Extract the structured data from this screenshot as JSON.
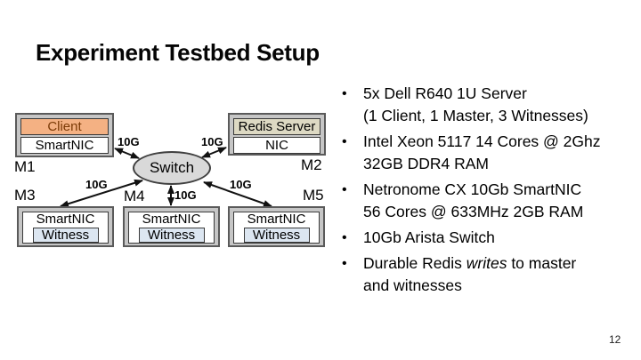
{
  "slide": {
    "title": "Experiment Testbed Setup",
    "page_number": "12",
    "bullet_char": "•"
  },
  "bullets": [
    {
      "lines": [
        "5x Dell R640 1U Server",
        "(1 Client, 1 Master, 3 Witnesses)"
      ]
    },
    {
      "lines": [
        "Intel Xeon 5117 14 Cores @ 2Ghz",
        "32GB DDR4 RAM"
      ]
    },
    {
      "lines": [
        "Netronome CX 10Gb SmartNIC",
        "56 Cores @ 633MHz 2GB RAM"
      ]
    },
    {
      "lines": [
        "10Gb Arista Switch"
      ]
    },
    {
      "line1_pre": "Durable Redis ",
      "line1_italic": "writes",
      "line1_post": " to master",
      "line2": "and witnesses"
    }
  ],
  "diagram": {
    "switch_label": "Switch",
    "link_label": "10G",
    "machines": {
      "m1": {
        "label": "M1",
        "row1": "Client",
        "row2": "SmartNIC"
      },
      "m2": {
        "label": "M2",
        "row1": "Redis Server",
        "row2": "NIC"
      },
      "m3": {
        "label": "M3",
        "row1": "SmartNIC",
        "row2": "Witness"
      },
      "m4": {
        "label": "M4",
        "row1": "SmartNIC",
        "row2": "Witness"
      },
      "m5": {
        "label": "M5",
        "row1": "SmartNIC",
        "row2": "Witness"
      }
    },
    "colors": {
      "client_fill": "#F4B183",
      "client_text": "#7b3a06",
      "redis_fill": "#DDD9C3",
      "witness_fill": "#DCE6F1",
      "switch_fill": "#D9D9D9",
      "frame_fill": "#C6C6C6",
      "frame_border": "#5A5A5A",
      "arrow": "#111111"
    }
  }
}
